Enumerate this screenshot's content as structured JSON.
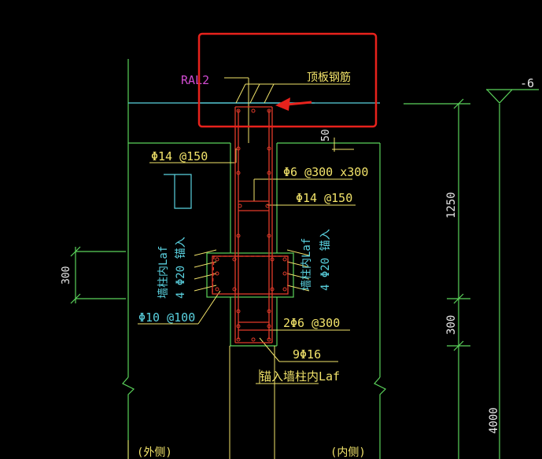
{
  "labels": {
    "ra": "RAL2",
    "top_slab": "顶板钢筋",
    "phi14_150_a": "Φ14 @150",
    "phi6_300x300": "Φ6 @300 x300",
    "phi14_150_b": "Φ14 @150",
    "dim_50": "50",
    "dim_300_left": "300",
    "anchor_left_1": "墙柱内Laf",
    "anchor_left_2": "4 Φ20 锚入",
    "anchor_right_1": "墙柱内Laf",
    "anchor_right_2": "4 Φ20 锚入",
    "phi10_100": "Φ10 @100",
    "two_phi6_300": "2Φ6 @300",
    "nine_phi16": "9Φ16",
    "anchor_bottom": "锚入墙柱内Laf",
    "outer_side": "(外侧)",
    "inner_side": "(内侧)",
    "elev": "-6",
    "dim_1250": "1250",
    "dim_300_right": "300",
    "dim_4000": "4000"
  },
  "colors": {
    "background": "#000000",
    "outline_green": "#5bd35b",
    "rebar_red": "#e23a2a",
    "text_yellow": "#f2e36a",
    "cyan": "#5ad2e0",
    "magenta": "#d04bd0",
    "highlight_box": "#e8221c"
  }
}
